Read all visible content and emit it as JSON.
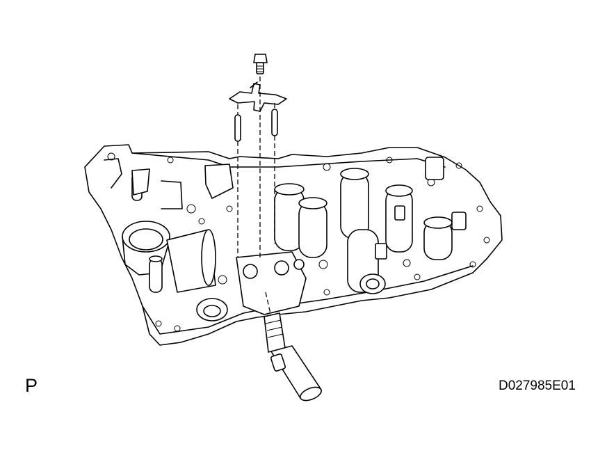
{
  "figure": {
    "corner_label": "P",
    "figure_code": "D027985E01"
  },
  "parts": [
    {
      "name": "bolt",
      "icon": "bolt-icon"
    },
    {
      "name": "lock-plate",
      "icon": "lock-plate-icon"
    },
    {
      "name": "pins",
      "icon": "pin-icon"
    },
    {
      "name": "valve-body",
      "icon": "valve-body-icon"
    },
    {
      "name": "solenoid-valve",
      "icon": "solenoid-icon"
    }
  ]
}
